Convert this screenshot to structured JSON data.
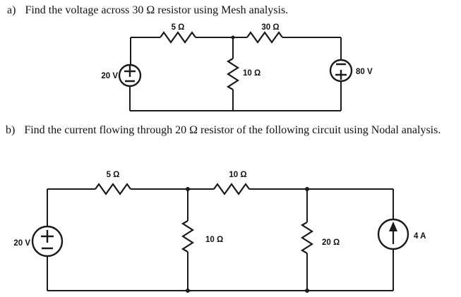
{
  "questions": {
    "a": {
      "label": "a)",
      "text": "Find the voltage across 30 Ω resistor using Mesh analysis."
    },
    "b": {
      "label": "b)",
      "text": "Find the current flowing through 20 Ω resistor of the following circuit using Nodal analysis."
    }
  },
  "circuit_a": {
    "resistor_top_left": "5 Ω",
    "resistor_top_right": "30 Ω",
    "resistor_middle": "10 Ω",
    "voltage_source_left": "20 V",
    "voltage_source_right": "80 V"
  },
  "circuit_b": {
    "resistor_top_left": "5 Ω",
    "resistor_top_right": "10 Ω",
    "resistor_branch_1": "10 Ω",
    "resistor_branch_2": "20 Ω",
    "voltage_source_left": "20 V",
    "current_source_right": "4 A"
  },
  "colors": {
    "ink": "#1a1a1a",
    "background": "#ffffff"
  }
}
